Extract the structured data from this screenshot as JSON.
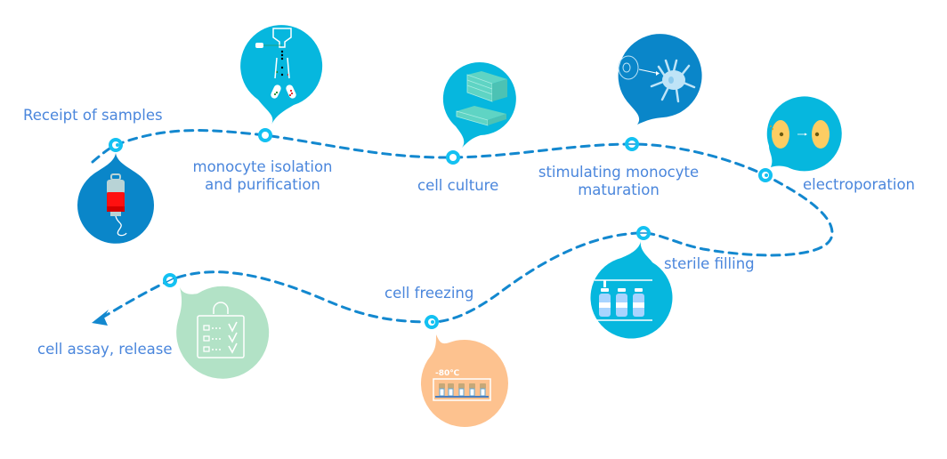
{
  "diagram": {
    "type": "process-flow",
    "colors": {
      "path": "#1388cf",
      "node_ring": "#13c1f2",
      "label": "#4a86dc",
      "bubble_dark_blue": "#0a86c9",
      "bubble_cyan": "#06b7de",
      "bubble_orange": "#fdc28f",
      "bubble_green": "#b2e2c6"
    },
    "steps": [
      {
        "id": 1,
        "label": "Receipt of samples",
        "icon": "blood-bag-icon",
        "bubble_color": "#0a86c9"
      },
      {
        "id": 2,
        "label_lines": [
          "monocyte isolation",
          "and purification"
        ],
        "icon": "cell-sorter-icon",
        "bubble_color": "#06b7de"
      },
      {
        "id": 3,
        "label": "cell culture",
        "icon": "culture-flasks-icon",
        "bubble_color": "#06b7de"
      },
      {
        "id": 4,
        "label_lines": [
          "stimulating monocyte",
          "maturation"
        ],
        "icon": "dendritic-cell-icon",
        "bubble_color": "#0a86c9"
      },
      {
        "id": 5,
        "label": "electroporation",
        "icon": "electroporation-cells-icon",
        "bubble_color": "#06b7de"
      },
      {
        "id": 6,
        "label": "sterile filling",
        "icon": "vial-filling-icon",
        "bubble_color": "#06b7de"
      },
      {
        "id": 7,
        "label": "cell freezing",
        "icon": "freezer-rack-icon",
        "bubble_color": "#fdc28f",
        "icon_text": "-80℃"
      },
      {
        "id": 8,
        "label": "cell assay, release",
        "icon": "checklist-icon",
        "bubble_color": "#b2e2c6"
      }
    ]
  }
}
